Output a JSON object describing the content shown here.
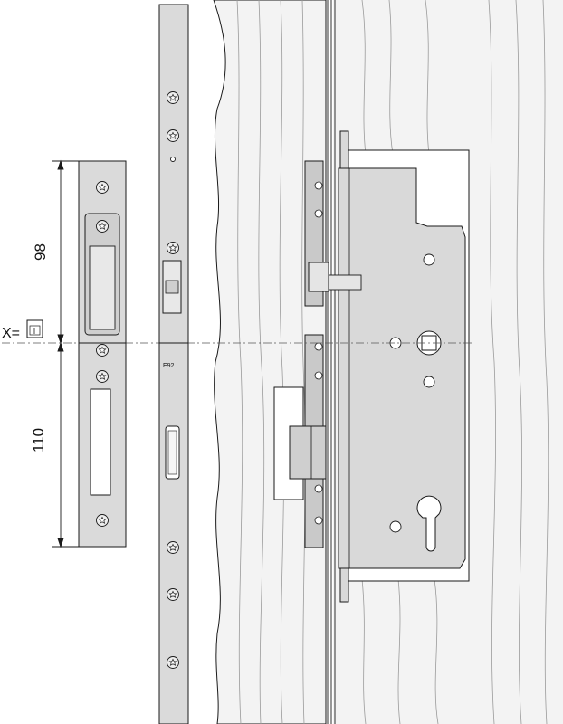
{
  "dimensions": {
    "upper": "98",
    "lower": "110"
  },
  "x_label": "X=",
  "plate_marking": "E92",
  "colors": {
    "outline": "#1a1a1a",
    "wood": "#f2f2f2",
    "metal": "#d9d9d9",
    "metal_dark": "#bdbdbd",
    "centerline": "#666666"
  },
  "icons": [
    "key-symbol-icon",
    "torx-screw-icon"
  ]
}
